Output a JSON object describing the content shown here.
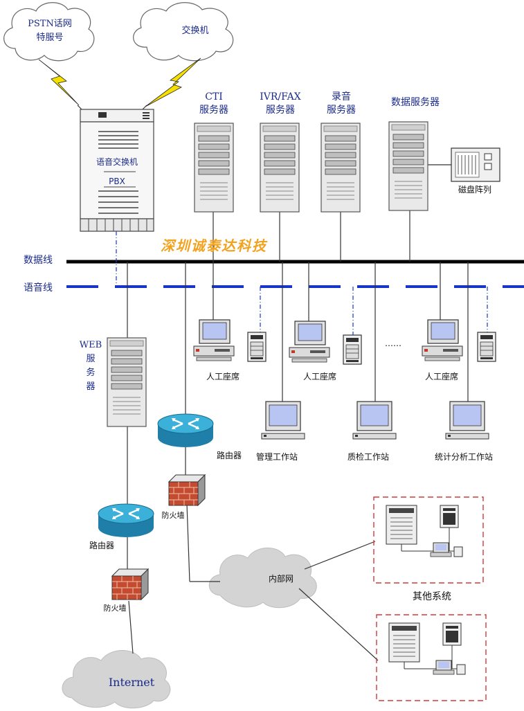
{
  "clouds": {
    "pstn_line1": "PSTN话网",
    "pstn_line2": "特服号",
    "exchange": "交换机",
    "intranet": "内部网",
    "internet": "Internet"
  },
  "pbx": {
    "label1": "语音交换机",
    "label2": "PBX"
  },
  "servers": {
    "cti_line1": "CTI",
    "cti_line2": "服务器",
    "ivr_line1": "IVR/FAX",
    "ivr_line2": "服务器",
    "rec_line1": "录音",
    "rec_line2": "服务器",
    "data": "数据服务器",
    "disk": "磁盘阵列",
    "web_line1": "WEB",
    "web_line2": "服",
    "web_line3": "务",
    "web_line4": "器"
  },
  "lines": {
    "data_line": "数据线",
    "voice_line": "语音线"
  },
  "watermark": "深圳诚泰达科技",
  "workstations": {
    "agent1": "人工座席",
    "agent2": "人工座席",
    "agent3": "人工座席",
    "ellipsis": "……",
    "mgmt": "管理工作站",
    "qc": "质检工作站",
    "stats": "统计分析工作站"
  },
  "network": {
    "router_upper": "路由器",
    "router_lower": "路由器",
    "firewall_upper": "防火墙",
    "firewall_lower": "防火墙"
  },
  "other_systems": "其他系统",
  "colors": {
    "label_blue": "#1a2a8a",
    "voice_line_blue": "#1736c8",
    "watermark_orange": "#f2a21e",
    "router_teal": "#2a9bc4",
    "firewall_red": "#c0452e",
    "dashed_box_red": "#d23a3a"
  }
}
